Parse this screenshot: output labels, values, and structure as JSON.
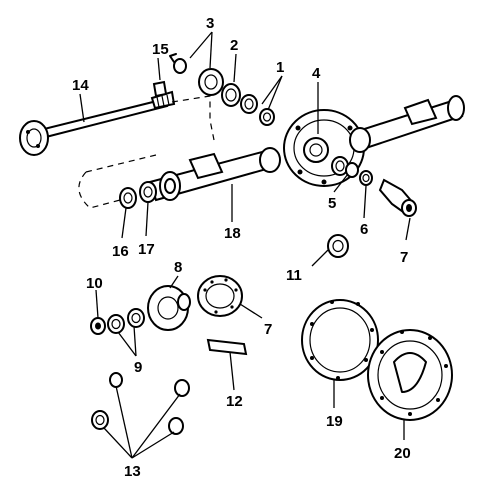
{
  "diagram": {
    "callouts": [
      {
        "id": "c1",
        "text": "1"
      },
      {
        "id": "c2",
        "text": "2"
      },
      {
        "id": "c3",
        "text": "3"
      },
      {
        "id": "c4",
        "text": "4"
      },
      {
        "id": "c5",
        "text": "5"
      },
      {
        "id": "c6",
        "text": "6"
      },
      {
        "id": "c7a",
        "text": "7"
      },
      {
        "id": "c7b",
        "text": "7"
      },
      {
        "id": "c8",
        "text": "8"
      },
      {
        "id": "c9",
        "text": "9"
      },
      {
        "id": "c10",
        "text": "10"
      },
      {
        "id": "c11",
        "text": "11"
      },
      {
        "id": "c12",
        "text": "12"
      },
      {
        "id": "c13",
        "text": "13"
      },
      {
        "id": "c14",
        "text": "14"
      },
      {
        "id": "c15",
        "text": "15"
      },
      {
        "id": "c16",
        "text": "16"
      },
      {
        "id": "c17",
        "text": "17"
      },
      {
        "id": "c18",
        "text": "18"
      },
      {
        "id": "c19",
        "text": "19"
      },
      {
        "id": "c20",
        "text": "20"
      }
    ]
  }
}
